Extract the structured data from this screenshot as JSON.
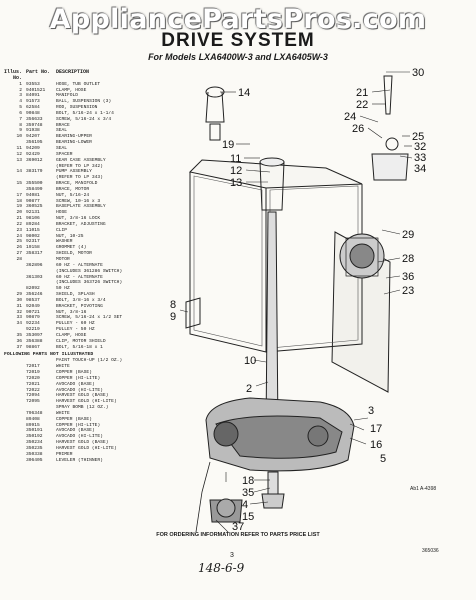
{
  "watermark": "AppliancePartsPros.com",
  "title": "DRIVE SYSTEM",
  "subtitle": "For Models LXA6400W-3 and LXA6405W-3",
  "table": {
    "header_col1": "Illus. No.",
    "header_col2": "Part No.",
    "header_col3": "DESCRIPTION",
    "rows": [
      [
        "1",
        "93553",
        "HOSE, TUB OUTLET"
      ],
      [
        "2",
        "9401521",
        "CLAMP, HOSE"
      ],
      [
        "3",
        "84091",
        "MANIFOLD"
      ],
      [
        "4",
        "91573",
        "BALL, SUSPENSION (3)"
      ],
      [
        "5",
        "62584",
        "ROD, SUSPENSION"
      ],
      [
        "6",
        "90848",
        "BOLT, 5/16-24 x 1-1/4"
      ],
      [
        "7",
        "356633",
        "SCREW, 5/16-24 x 3/4"
      ],
      [
        "8",
        "359748",
        "BRACE"
      ],
      [
        "9",
        "91938",
        "SEAL"
      ],
      [
        "10",
        "94207",
        "BEARING-UPPER"
      ],
      [
        "",
        "356195",
        "BEARING-LOWER"
      ],
      [
        "11",
        "94209",
        "SEAL"
      ],
      [
        "12",
        "92429",
        "SPACER"
      ],
      [
        "13",
        "369012",
        "GEAR CASE ASSEMBLY"
      ],
      [
        "",
        "",
        "(REFER TO LP 342)"
      ],
      [
        "14",
        "383179",
        "PUMP ASSEMBLY"
      ],
      [
        "",
        "",
        "(REFER TO LP 343)"
      ],
      [
        "15",
        "355500",
        "BRACE, MANIFOLD"
      ],
      [
        "",
        "358499",
        "BRACE, MOTOR"
      ],
      [
        "17",
        "94081",
        "NUT, 5/16-24"
      ],
      [
        "18",
        "90877",
        "SCREW, 10-16 x 3"
      ],
      [
        "19",
        "360525",
        "BASEPLATE ASSEMBLY"
      ],
      [
        "20",
        "92131",
        "HOSE"
      ],
      [
        "21",
        "98106",
        "NUT, 3/8-16 LOCK"
      ],
      [
        "22",
        "89284",
        "BRACKET, ADJUSTING"
      ],
      [
        "23",
        "11015",
        "CLIP"
      ],
      [
        "24",
        "98002",
        "NUT, 10-25"
      ],
      [
        "25",
        "92317",
        "WASHER"
      ],
      [
        "26",
        "19158",
        "GROMMET (4)"
      ],
      [
        "27",
        "358317",
        "SHIELD, MOTOR"
      ],
      [
        "28",
        "",
        "MOTOR"
      ],
      [
        "",
        "362896",
        "60 HZ - ALTERNATE"
      ],
      [
        "",
        "",
        "(INCLUDES 361286 SWITCH)"
      ],
      [
        "",
        "361303",
        "60 HZ - ALTERNATE"
      ],
      [
        "",
        "",
        "(INCLUDES 363726 SWITCH)"
      ],
      [
        "",
        "82092",
        "50 HZ"
      ],
      [
        "29",
        "356246",
        "SHIELD, SPLASH"
      ],
      [
        "30",
        "98537",
        "BOLT, 3/8-16 x 3/4"
      ],
      [
        "31",
        "92049",
        "BRACKET, PIVOTING"
      ],
      [
        "32",
        "90721",
        "NUT, 3/8-16"
      ],
      [
        "33",
        "90879",
        "SCREW, 5/16-24 x 1/2 SET"
      ],
      [
        "34",
        "92234",
        "PULLEY - 60 HZ"
      ],
      [
        "",
        "92219",
        "PULLEY - 50 HZ"
      ],
      [
        "35",
        "353097",
        "CLAMP, HOSE"
      ],
      [
        "36",
        "356388",
        "CLIP, MOTOR SHIELD"
      ],
      [
        "37",
        "98867",
        "BOLT, 5/16-18 x 1"
      ]
    ],
    "not_illustrated_header": "FOLLOWING PARTS NOT ILLUSTRATED",
    "not_illustrated": [
      [
        "",
        "",
        "PAINT TOUCH-UP (1/2 OZ.)"
      ],
      [
        "",
        "72017",
        "WHITE"
      ],
      [
        "",
        "72019",
        "COPPER (BASE)"
      ],
      [
        "",
        "72020",
        "COPPER (HI-LITE)"
      ],
      [
        "",
        "72021",
        "AVOCADO (BASE)"
      ],
      [
        "",
        "72022",
        "AVOCADO (HI-LITE)"
      ],
      [
        "",
        "72094",
        "HARVEST GOLD (BASE)"
      ],
      [
        "",
        "72095",
        "HARVEST GOLD (HI-LITE)"
      ],
      [
        "",
        "",
        "SPRAY BOMB (12 OZ.)"
      ],
      [
        "",
        "796348",
        "WHITE"
      ],
      [
        "",
        "89408",
        "COPPER (BASE)"
      ],
      [
        "",
        "89915",
        "COPPER (HI-LITE)"
      ],
      [
        "",
        "350191",
        "AVOCADO (BASE)"
      ],
      [
        "",
        "350192",
        "AVOCADO (HI-LITE)"
      ],
      [
        "",
        "350234",
        "HARVEST GOLD (BASE)"
      ],
      [
        "",
        "350235",
        "HARVEST GOLD (HI-LITE)"
      ],
      [
        "",
        "350338",
        "PRIMER"
      ],
      [
        "",
        "306405",
        "LEVELER (THINNER)"
      ]
    ]
  },
  "callouts": [
    "30",
    "21",
    "22",
    "24",
    "26",
    "25",
    "32",
    "33",
    "34",
    "14",
    "19",
    "11",
    "12",
    "13",
    "29",
    "28",
    "36",
    "23",
    "8",
    "9",
    "10",
    "2",
    "3",
    "17",
    "16",
    "5",
    "18",
    "35",
    "4",
    "15",
    "37"
  ],
  "art_number": "Ab1 A-4398",
  "footer_text": "FOR ORDERING INFORMATION REFER TO PARTS PRICE LIST",
  "page_number": "3",
  "handwritten": "148-6-9",
  "document_number": "365036"
}
